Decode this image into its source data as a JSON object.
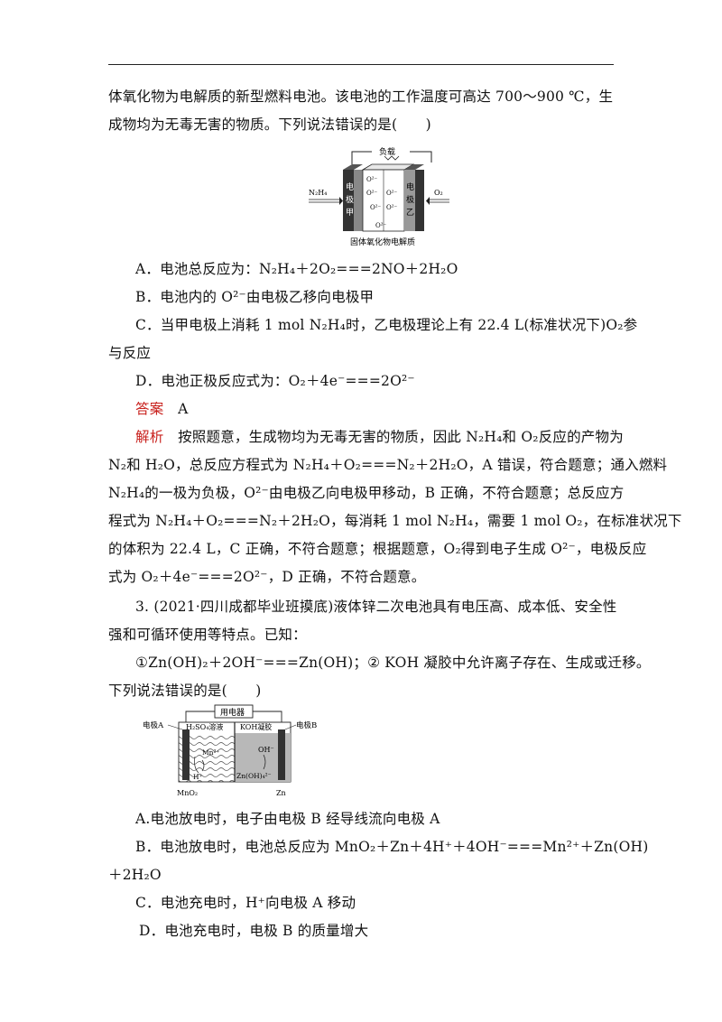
{
  "q2": {
    "stem_line1": "体氧化物为电解质的新型燃料电池。该电池的工作温度可高达 700～900 ℃，生",
    "stem_line2": "成物均为无毒无害的物质。下列说法错误的是(　　)",
    "figure": {
      "load": "负载",
      "n2h4": "N₂H₄",
      "o2": "O₂",
      "electrode_a": [
        "电",
        "极",
        "甲"
      ],
      "electrode_b": [
        "电",
        "极",
        "乙"
      ],
      "ions": [
        "O²⁻",
        "O²⁻",
        "O²⁻",
        "O²⁻",
        "O²⁻",
        "O²⁻"
      ],
      "electrolyte": "固体氧化物电解质"
    },
    "options": {
      "A": "A．电池总反应为：N₂H₄＋2O₂===2NO＋2H₂O",
      "B": "B．电池内的 O²⁻由电极乙移向电极甲",
      "C1": "C．当甲电极上消耗 1 mol N₂H₄时，乙电极理论上有 22.4 L(标准状况下)O₂参",
      "C2": "与反应",
      "D": "D．电池正极反应式为：O₂＋4e⁻===2O²⁻"
    },
    "answer_label": "答案",
    "answer_value": "A",
    "analysis_label": "解析",
    "analysis_lines": [
      "按照题意，生成物均为无毒无害的物质，因此 N₂H₄和 O₂反应的产物为",
      "N₂和 H₂O，总反应方程式为 N₂H₄＋O₂===N₂＋2H₂O，A 错误，符合题意；通入燃料",
      "N₂H₄的一极为负极，O²⁻由电极乙向电极甲移动，B 正确，不符合题意；总反应方",
      "程式为 N₂H₄＋O₂===N₂＋2H₂O，每消耗 1 mol N₂H₄，需要 1 mol O₂，在标准状况下",
      "的体积为 22.4 L，C 正确，不符合题意；根据题意，O₂得到电子生成 O²⁻，电极反应",
      "式为 O₂＋4e⁻===2O²⁻，D 正确，不符合题意。"
    ]
  },
  "q3": {
    "stem_line1": "3. (2021·四川成都毕业班摸底)液体锌二次电池具有电压高、成本低、安全性",
    "stem_line2": "强和可循环使用等特点。已知：",
    "stem_line3": "①Zn(OH)₂＋2OH⁻===Zn(OH)；② KOH 凝胶中允许离子存在、生成或迁移。",
    "stem_line4": "下列说法错误的是(　　)",
    "figure": {
      "appliance": "用电器",
      "left_solution": "H₂SO₄溶液",
      "right_solution": "KOH凝胶",
      "electrode_a": "电极A",
      "electrode_b": "电极B",
      "mn_ion": "Mn²⁺",
      "h_ion": "H⁺",
      "oh_ion": "OH⁻",
      "zn_complex": "Zn(OH)₄²⁻",
      "mno2": "MnO₂",
      "zn": "Zn"
    },
    "options": {
      "A": "A.电池放电时，电子由电极 B 经导线流向电极 A",
      "B1": "B．电池放电时，电池总反应为 MnO₂＋Zn＋4H⁺＋4OH⁻===Mn²⁺＋Zn(OH)",
      "B2": "＋2H₂O",
      "C": "C．电池充电时，H⁺向电极 A 移动",
      "D": "D．电池充电时，电极 B 的质量增大"
    }
  }
}
